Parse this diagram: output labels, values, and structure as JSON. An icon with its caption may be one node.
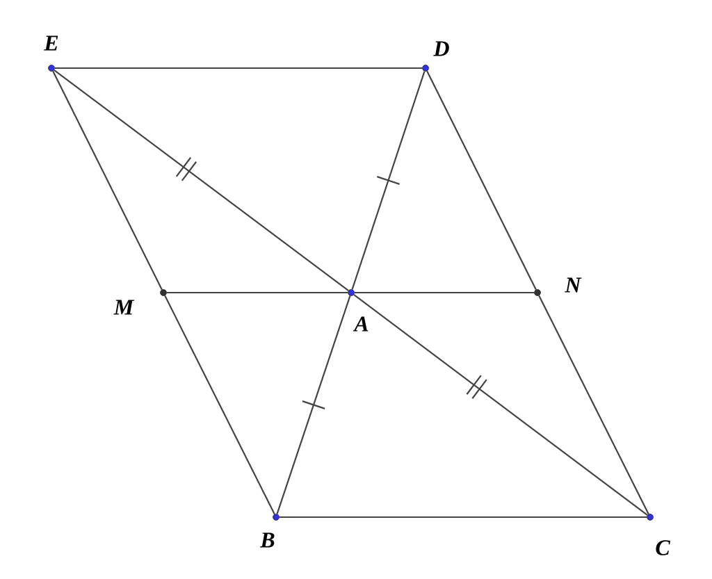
{
  "diagram": {
    "nodes": [
      {
        "text": [
          "E"
        ]
      },
      {
        "text": [
          "D"
        ]
      },
      {
        "text": [
          "M"
        ]
      },
      {
        "text": [
          "A"
        ]
      },
      {
        "text": [
          "N"
        ]
      },
      {
        "text": [
          "B"
        ]
      },
      {
        "text": [
          "C"
        ]
      }
    ],
    "edges": [
      {
        "from": 0,
        "to": 1,
        "arrow": "none"
      },
      {
        "from": 0,
        "to": 2,
        "arrow": "none"
      },
      {
        "from": 2,
        "to": 5,
        "arrow": "none"
      },
      {
        "from": 5,
        "to": 6,
        "arrow": "none"
      },
      {
        "from": 6,
        "to": 4,
        "arrow": "none"
      },
      {
        "from": 4,
        "to": 1,
        "arrow": "none"
      },
      {
        "from": 1,
        "to": 3,
        "arrow": "none"
      },
      {
        "from": 3,
        "to": 5,
        "arrow": "none"
      },
      {
        "from": 0,
        "to": 3,
        "arrow": "none"
      },
      {
        "from": 3,
        "to": 6,
        "arrow": "none"
      },
      {
        "from": 2,
        "to": 3,
        "arrow": "none"
      },
      {
        "from": 3,
        "to": 4,
        "arrow": "none"
      }
    ]
  }
}
